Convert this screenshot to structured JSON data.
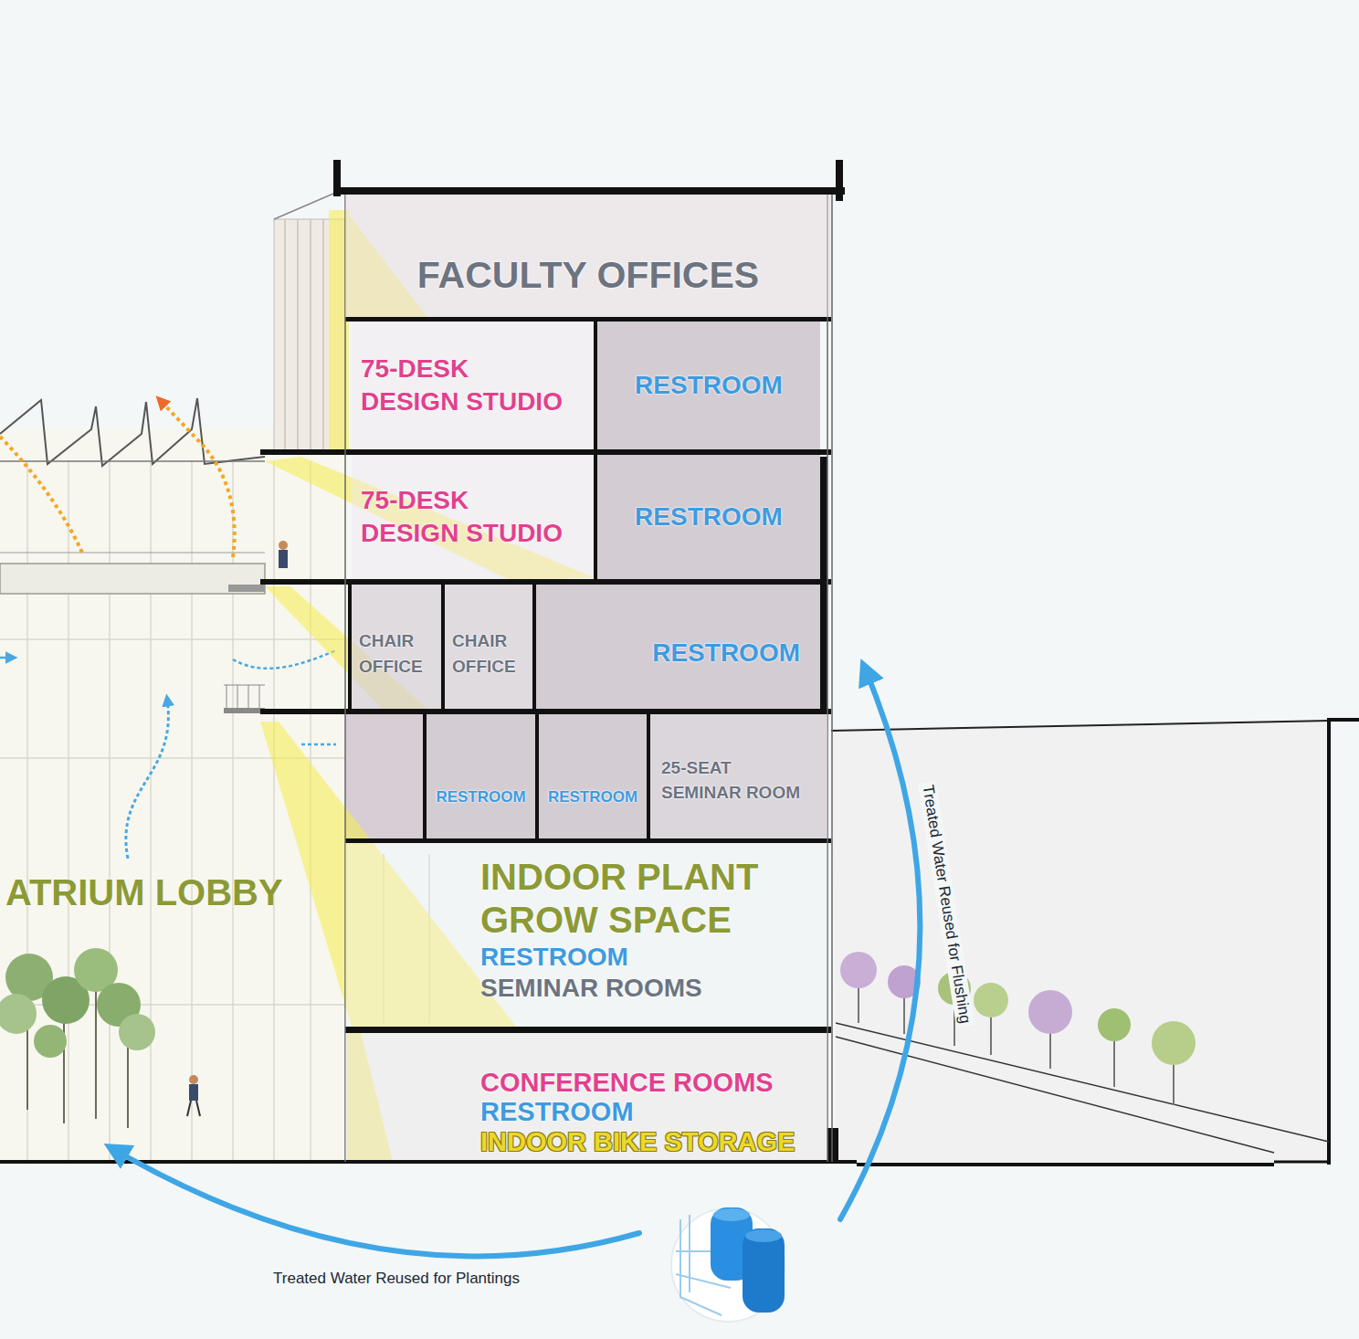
{
  "diagram": {
    "nodes": [
      {
        "text": [
          "FACULTY OFFICES"
        ]
      },
      {
        "text": [
          "75-DESK DESIGN STUDIO"
        ]
      },
      {
        "text": [
          "RESTROOM"
        ]
      },
      {
        "text": [
          "75-DESK DESIGN STUDIO"
        ]
      },
      {
        "text": [
          "RESTROOM"
        ]
      },
      {
        "text": [
          "CHAIR OFFICE"
        ]
      },
      {
        "text": [
          "CHAIR OFFICE"
        ]
      },
      {
        "text": [
          "RESTROOM"
        ]
      },
      {
        "text": [
          "RESTROOM"
        ]
      },
      {
        "text": [
          "RESTROOM"
        ]
      },
      {
        "text": [
          "25-SEAT SEMINAR ROOM"
        ]
      },
      {
        "text": [
          "ATRIUM LOBBY"
        ]
      },
      {
        "text": [
          "INDOOR PLANT GROW SPACE",
          "RESTROOM",
          "SEMINAR ROOMS"
        ]
      },
      {
        "text": [
          "CONFERENCE ROOMS",
          "RESTROOM",
          "INDOOR BIKE STORAGE"
        ]
      }
    ],
    "labels": [
      "Treated Water Reused for Flushing",
      "Treated Water Reused for Plantings"
    ]
  }
}
